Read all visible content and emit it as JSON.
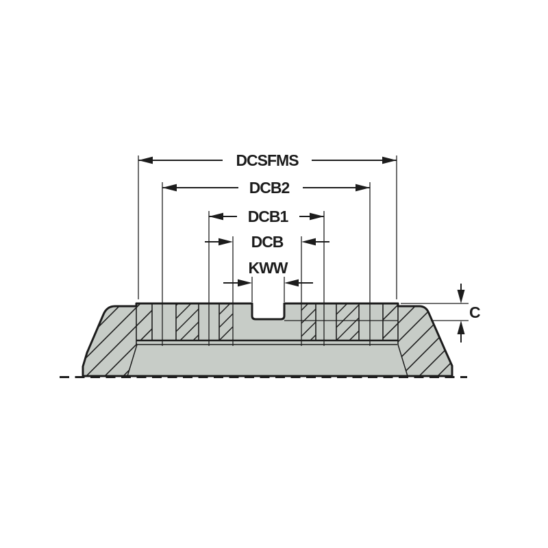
{
  "figure": {
    "type": "technical-cross-section-diagram",
    "subject": "Milling cutter body cross-section with diameter and keyway dimension callouts",
    "labels": {
      "dcsfms": "DCSFMS",
      "dcb2": "DCB2",
      "dcb1": "DCB1",
      "dcb": "DCB",
      "kww": "KWW",
      "c": "C"
    },
    "colors": {
      "background": "#ffffff",
      "part_fill": "#c7ccc7",
      "line": "#1c1c1c"
    }
  }
}
